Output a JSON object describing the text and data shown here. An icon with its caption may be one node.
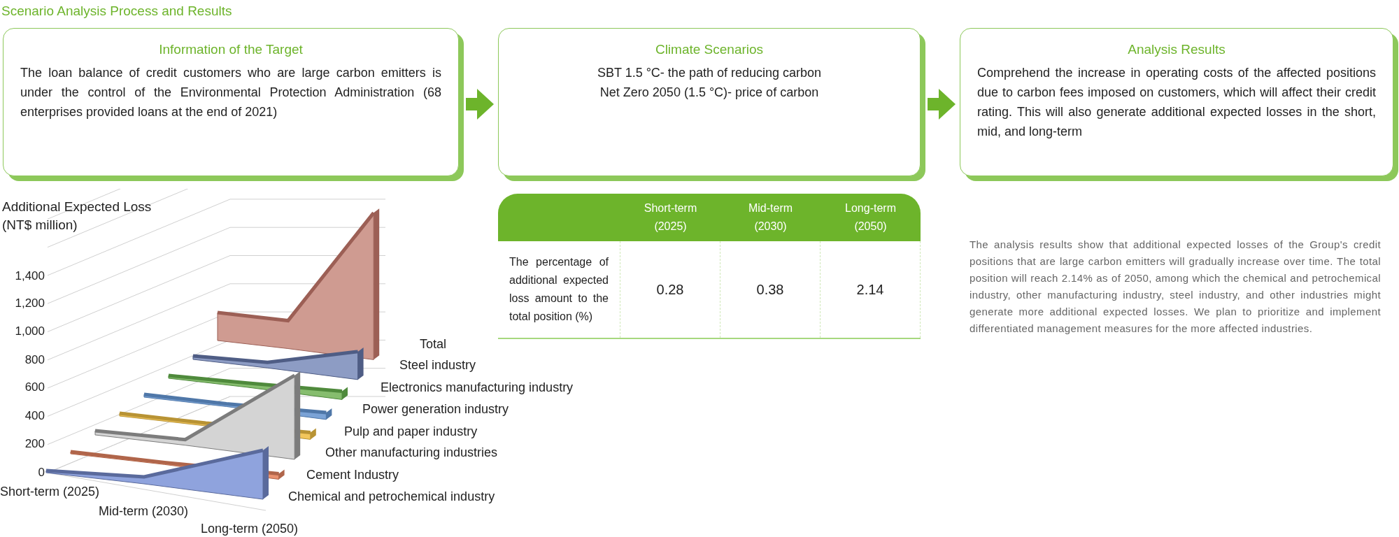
{
  "diagram": {
    "title": "Scenario Analysis Process and Results",
    "nodes": [
      {
        "text": [
          "Information of the Target",
          "The loan balance of credit customers who are large carbon emitters is under the control of the Environmental Protection Administration (68 enterprises provided loans at the end of 2021)"
        ]
      },
      {
        "text": [
          "Climate Scenarios",
          "SBT 1.5 °C- the path of reducing carbon",
          "Net Zero 2050 (1.5 °C)- price of carbon"
        ]
      },
      {
        "text": [
          "Analysis Results",
          "Comprehend the increase in operating costs of the affected positions due to carbon fees imposed on customers, which will affect their credit rating. This will also generate additional expected losses in the short, mid, and long-term"
        ]
      }
    ],
    "edges": [
      {
        "from": 0,
        "to": 1,
        "arrow": "to"
      },
      {
        "from": 1,
        "to": 2,
        "arrow": "to"
      }
    ],
    "labels": [
      "Additional Expected Loss (NT$ million)",
      "1,400",
      "1,200",
      "1,000",
      "800",
      "600",
      "400",
      "200",
      "0",
      "Total",
      "Steel industry",
      "Electronics manufacturing industry",
      "Power generation industry",
      "Pulp and paper industry",
      "Other manufacturing industries",
      "Cement Industry",
      "Chemical and petrochemical industry",
      "Short-term (2025)",
      "Mid-term (2030)",
      "Long-term (2050)",
      "Short-term (2025)",
      "Mid-term (2030)",
      "Long-term (2050)",
      "The percentage of additional expected loss amount to the total position (%)",
      "0.28",
      "0.38",
      "2.14",
      "The analysis results show that additional expected losses of the Group's credit positions that are large carbon emitters will gradually increase over time. The total position will reach 2.14% as of 2050, among which the chemical and petrochemical industry, other manufacturing industry, steel industry, and other industries might generate more additional expected losses. We plan to prioritize and implement differentiated management measures for the more affected industries."
    ]
  }
}
